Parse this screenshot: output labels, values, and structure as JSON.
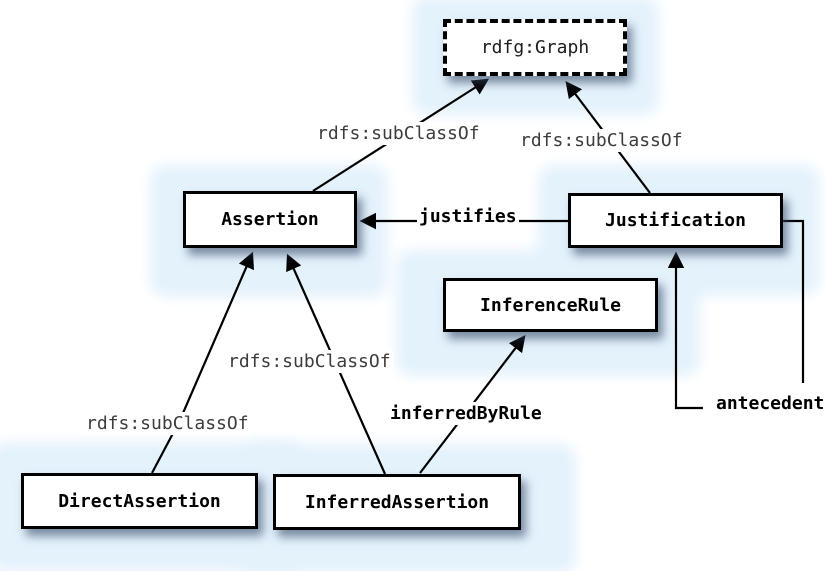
{
  "diagram": {
    "nodes": {
      "rdfg_graph": {
        "label": "rdfg:Graph",
        "border": "dashed"
      },
      "assertion": {
        "label": "Assertion",
        "border": "solid"
      },
      "justification": {
        "label": "Justification",
        "border": "solid"
      },
      "inference_rule": {
        "label": "InferenceRule",
        "border": "solid"
      },
      "direct_assertion": {
        "label": "DirectAssertion",
        "border": "solid"
      },
      "inferred_assertion": {
        "label": "InferredAssertion",
        "border": "solid"
      }
    },
    "edge_labels": {
      "subclassof_assertion_graph": "rdfs:subClassOf",
      "subclassof_justification_graph": "rdfs:subClassOf",
      "justifies": "justifies",
      "subclassof_inferred_assertion": "rdfs:subClassOf",
      "subclassof_direct_assertion": "rdfs:subClassOf",
      "inferred_by_rule": "inferredByRule",
      "antecedent": "antecedent"
    },
    "edges": [
      {
        "from": "Assertion",
        "to": "rdfg:Graph",
        "label": "rdfs:subClassOf",
        "arrowhead": "filled"
      },
      {
        "from": "Justification",
        "to": "rdfg:Graph",
        "label": "rdfs:subClassOf",
        "arrowhead": "filled"
      },
      {
        "from": "Justification",
        "to": "Assertion",
        "label": "justifies",
        "arrowhead": "filled"
      },
      {
        "from": "DirectAssertion",
        "to": "Assertion",
        "label": "rdfs:subClassOf",
        "arrowhead": "filled"
      },
      {
        "from": "InferredAssertion",
        "to": "Assertion",
        "label": "rdfs:subClassOf",
        "arrowhead": "filled"
      },
      {
        "from": "InferredAssertion",
        "to": "InferenceRule",
        "label": "inferredByRule",
        "arrowhead": "filled"
      },
      {
        "from": "Justification",
        "to": "Justification",
        "label": "antecedent",
        "arrowhead": "filled"
      }
    ],
    "colors": {
      "halo": "#e4f2fc",
      "box_fill": "#ffffff",
      "box_border": "#000000",
      "edge_line": "#000000",
      "box_shadow": "rgba(55,75,105,0.62)",
      "plain_label_text": "#3c3c3c",
      "bold_label_text": "#000000"
    }
  }
}
